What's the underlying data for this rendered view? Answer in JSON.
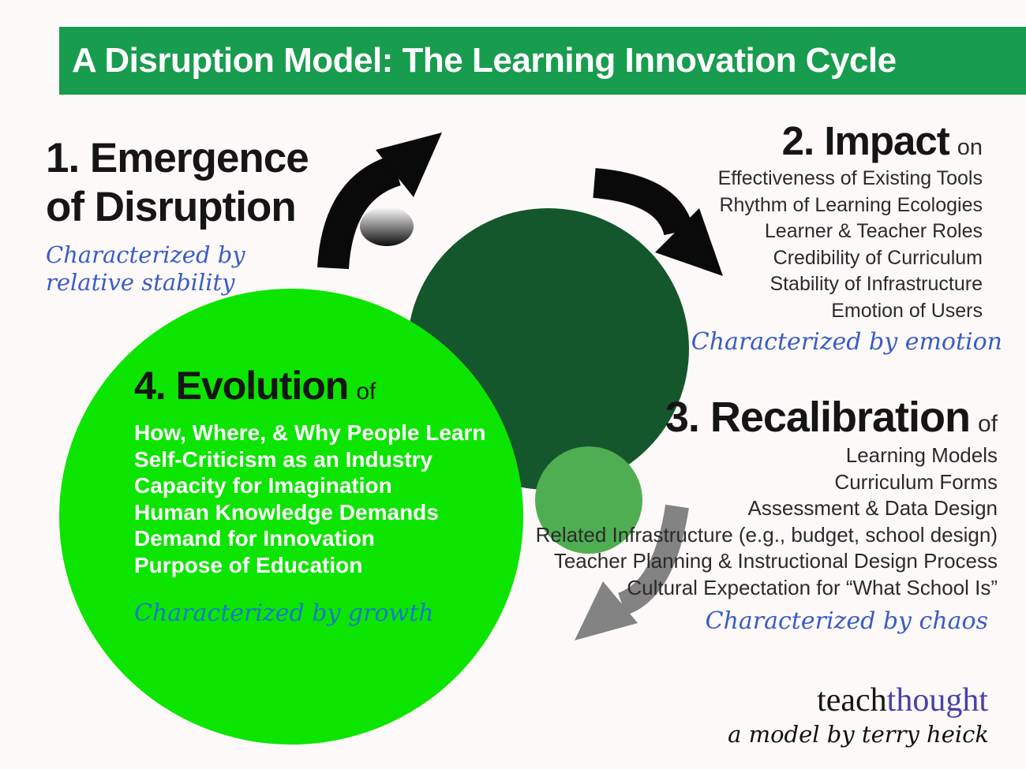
{
  "header": {
    "title": "A Disruption Model: The Learning Innovation Cycle"
  },
  "sections": {
    "emergence": {
      "heading_line1": "1. Emergence",
      "heading_line2": "of Disruption",
      "caption_line1": "Characterized by",
      "caption_line2": "relative stability"
    },
    "impact": {
      "heading": "2. Impact",
      "heading_suffix": "on",
      "items": [
        "Effectiveness of Existing Tools",
        "Rhythm of Learning Ecologies",
        "Learner & Teacher Roles",
        "Credibility of Curriculum",
        "Stability of Infrastructure",
        "Emotion of Users"
      ],
      "caption": "Characterized by emotion"
    },
    "recalibration": {
      "heading": "3. Recalibration",
      "heading_suffix": "of",
      "items": [
        "Learning Models",
        "Curriculum Forms",
        "Assessment & Data Design",
        "Related Infrastructure (e.g., budget, school design)",
        "Teacher Planning & Instructional Design Process",
        "Cultural Expectation for “What School Is”"
      ],
      "caption": "Characterized by chaos"
    },
    "evolution": {
      "heading": "4. Evolution",
      "heading_suffix": "of",
      "items": [
        "How, Where, & Why People Learn",
        "Self-Criticism as an Industry",
        "Capacity for Imagination",
        "Human Knowledge Demands",
        "Demand for Innovation",
        "Purpose of Education"
      ],
      "caption": "Characterized by growth"
    }
  },
  "footer": {
    "brand_teach": "teach",
    "brand_thought": "thought",
    "byline": "a model by terry heick"
  },
  "colors": {
    "header_green": "#189c4e",
    "dark_circle_green": "#14572c",
    "medium_circle_green": "#4fae52",
    "bright_circle_green": "#0ce500",
    "script_blue": "#3a5cc7",
    "growth_script_blue": "#187ac8",
    "brand_thought_purple": "#4840ae",
    "arrow_black": "#0a0a0a",
    "arrow_gray": "#838383",
    "background": "#fdf9f8"
  },
  "icons": {
    "arrow_up_right": "curved-arrow-up-right-icon",
    "arrow_down_right": "curved-arrow-down-right-icon",
    "arrow_down_left": "curved-arrow-down-left-icon",
    "sphere": "gradient-sphere-icon"
  }
}
